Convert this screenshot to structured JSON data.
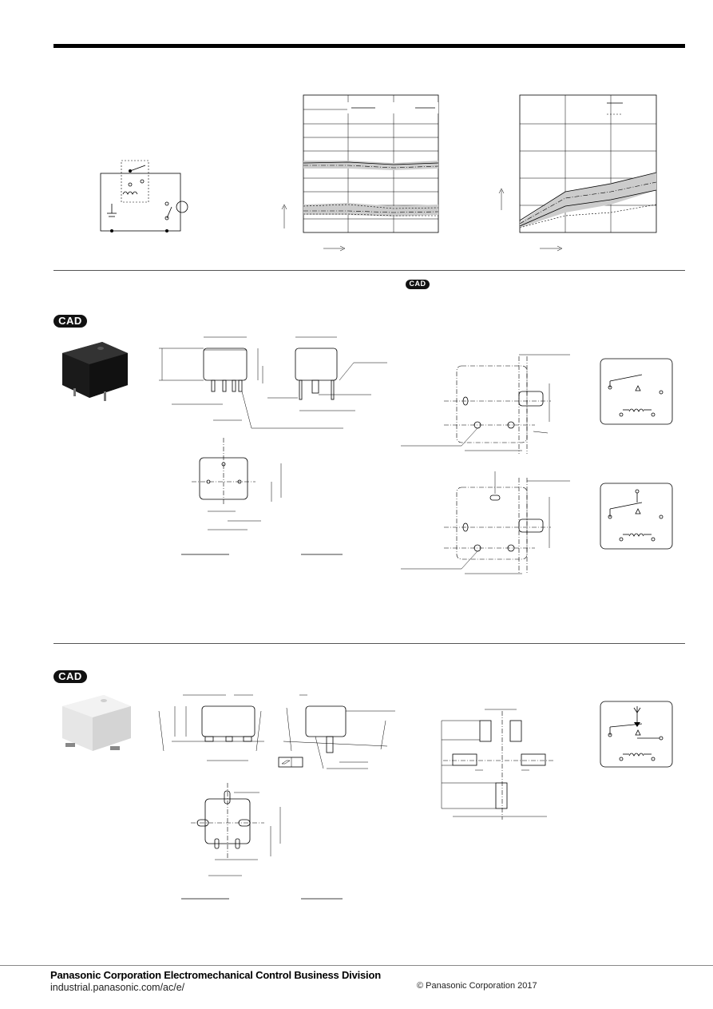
{
  "badges": {
    "cad": "CAD"
  },
  "footer": {
    "company": "Panasonic Corporation Electromechanical Control Business Division",
    "url": "industrial.panasonic.com/ac/e/",
    "copyright": "© Panasonic Corporation 2017"
  },
  "colors": {
    "rule": "#000000",
    "shade": "#cccccc",
    "pad": "#888888",
    "badge_bg": "#111111"
  }
}
